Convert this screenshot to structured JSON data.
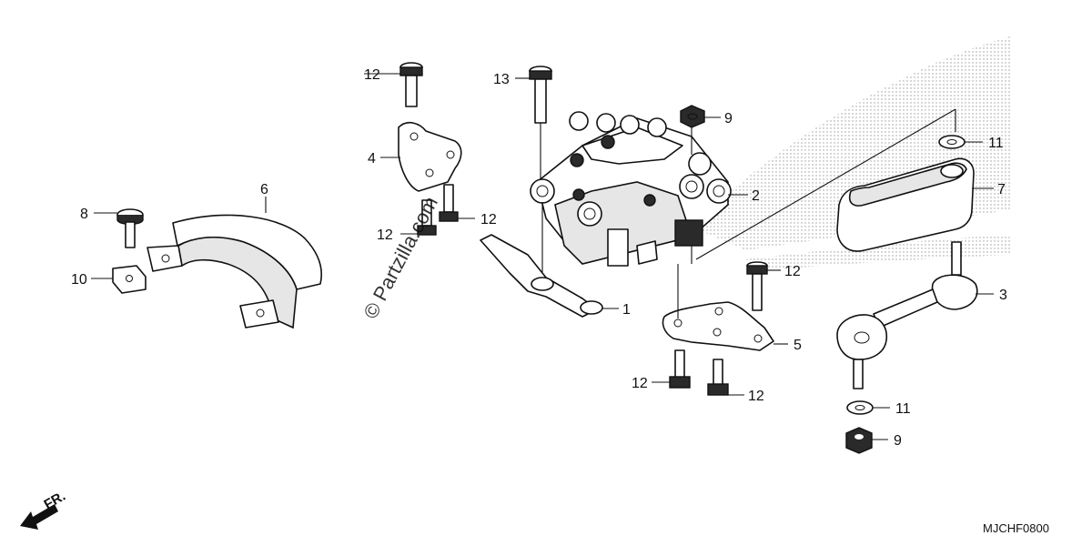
{
  "diagram": {
    "diagram_code": "MJCHF0800",
    "front_marker": "FR.",
    "watermark": "© Partzilla.com",
    "callouts": [
      {
        "id": "c1",
        "text": "1"
      },
      {
        "id": "c2",
        "text": "2"
      },
      {
        "id": "c3",
        "text": "3"
      },
      {
        "id": "c4",
        "text": "4"
      },
      {
        "id": "c5",
        "text": "5"
      },
      {
        "id": "c6",
        "text": "6"
      },
      {
        "id": "c7",
        "text": "7"
      },
      {
        "id": "c8",
        "text": "8"
      },
      {
        "id": "c9a",
        "text": "9"
      },
      {
        "id": "c9b",
        "text": "9"
      },
      {
        "id": "c10",
        "text": "10"
      },
      {
        "id": "c11a",
        "text": "11"
      },
      {
        "id": "c11b",
        "text": "11"
      },
      {
        "id": "c12a",
        "text": "12"
      },
      {
        "id": "c12b",
        "text": "12"
      },
      {
        "id": "c12c",
        "text": "12"
      },
      {
        "id": "c12d",
        "text": "12"
      },
      {
        "id": "c12e",
        "text": "12"
      },
      {
        "id": "c12f",
        "text": "12"
      },
      {
        "id": "c13",
        "text": "13"
      }
    ]
  },
  "colors": {
    "line": "#111111",
    "background": "#ffffff",
    "watermark_dots": "#9a9a9a"
  }
}
